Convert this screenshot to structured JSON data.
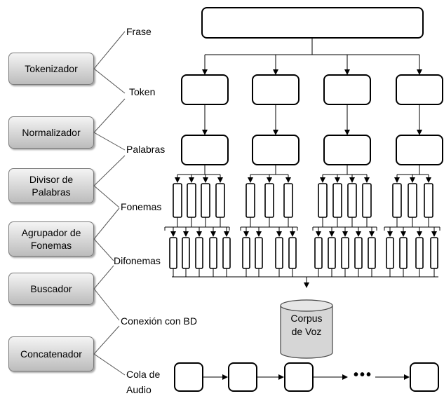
{
  "modules": [
    {
      "id": "tokenizador",
      "label": "Tokenizador"
    },
    {
      "id": "normalizador",
      "label": "Normalizador"
    },
    {
      "id": "divisor",
      "label": "Divisor de Palabras"
    },
    {
      "id": "agrupador",
      "label": "Agrupador de Fonemas"
    },
    {
      "id": "buscador",
      "label": "Buscador"
    },
    {
      "id": "concatenador",
      "label": "Concatenador"
    }
  ],
  "stage_labels": {
    "frase": "Frase",
    "token": "Token",
    "palabras": "Palabras",
    "fonemas": "Fonemas",
    "difonemas": "Difonemas",
    "conexion": "Conexión con BD",
    "cola_line1": "Cola de",
    "cola_line2": "Audio"
  },
  "database": {
    "line1": "Corpus",
    "line2": "de Voz"
  },
  "ellipsis": "•••"
}
